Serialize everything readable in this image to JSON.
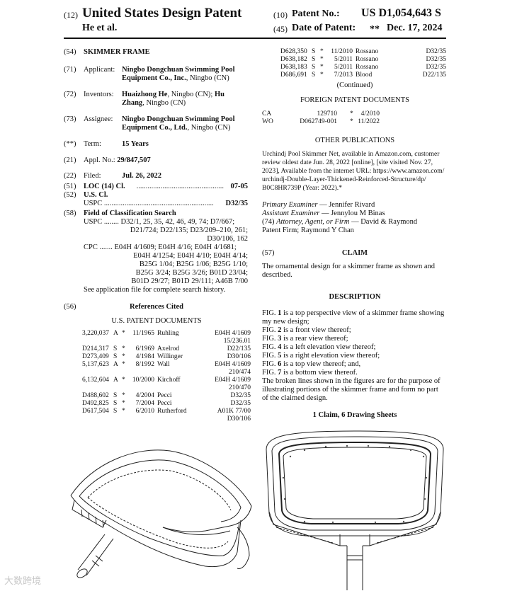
{
  "header": {
    "code_12": "(12)",
    "title": "United States Design Patent",
    "code_10": "(10)",
    "patent_no_label": "Patent No.:",
    "patent_no": "US D1,054,643 S",
    "inventor_short": "He et al.",
    "code_45": "(45)",
    "date_label": "Date of Patent:",
    "date_stars": "**",
    "date": "Dec. 17, 2024"
  },
  "left": {
    "title_code": "(54)",
    "title": "SKIMMER FRAME",
    "applicant_code": "(71)",
    "applicant_label": "Applicant:",
    "applicant_1": "Ningbo Dongchuan Swimming Pool",
    "applicant_2": "Equipment Co., Inc.",
    "applicant_3": ", Ningbo (CN)",
    "inventors_code": "(72)",
    "inventors_label": "Inventors:",
    "inventor_1": "Huaizhong He",
    "inventor_1b": ", Ningbo (CN); ",
    "inventor_2a": "Hu",
    "inventor_2b": "Zhang",
    "inventor_2c": ", Ningbo (CN)",
    "assignee_code": "(73)",
    "assignee_label": "Assignee:",
    "assignee_1": "Ningbo Dongchuan Swimming Pool",
    "assignee_2": "Equipment Co., Ltd.",
    "assignee_3": ", Ningbo (CN)",
    "term_code": "(**)",
    "term_label": "Term:",
    "term": "15 Years",
    "appl_code": "(21)",
    "appl_label": "Appl. No.:",
    "appl_no": "29/847,507",
    "filed_code": "(22)",
    "filed_label": "Filed:",
    "filed": "Jul. 26, 2022",
    "loc_code": "(51)",
    "loc_label": "LOC (14) Cl.",
    "loc_dots": "...............................................",
    "loc_value": "07-05",
    "uscl_code": "(52)",
    "uscl_label": "U.S. Cl.",
    "uspc_label": "USPC",
    "uspc_dots": "...........................................................",
    "uspc_value": "D32/35",
    "field_code": "(58)",
    "field_label": "Field of Classification Search",
    "field_lines": [
      "USPC ........ D32/1, 25, 35, 42, 46, 49, 74; D7/667;",
      "D21/724; D22/135; D23/209–210, 261;",
      "D30/106, 162",
      "CPC ....... E04H 4/1609; E04H 4/16; E04H 4/1681;",
      "E04H 4/1254; E04H 4/10; E04H 4/14;",
      "B25G 1/04; B25G 1/06; B25G 1/10;",
      "B25G 3/24; B25G 3/26; B01D 23/04;",
      "B01D 29/27; B01D 29/111; A46B 7/00",
      "See application file for complete search history."
    ],
    "refs_code": "(56)",
    "refs_label": "References Cited",
    "us_docs_label": "U.S. PATENT DOCUMENTS",
    "us_refs": [
      {
        "num": "3,220,037",
        "kind": "A",
        "star": "*",
        "date": "11/1965",
        "name": "Ruhling",
        "cls": "E04H 4/1609",
        "cont": "15/236.01"
      },
      {
        "num": "D214,317",
        "kind": "S",
        "star": "*",
        "date": "6/1969",
        "name": "Axelrod",
        "cls": "D22/135",
        "cont": ""
      },
      {
        "num": "D273,409",
        "kind": "S",
        "star": "*",
        "date": "4/1984",
        "name": "Willinger",
        "cls": "D30/106",
        "cont": ""
      },
      {
        "num": "5,137,623",
        "kind": "A",
        "star": "*",
        "date": "8/1992",
        "name": "Wall",
        "cls": "E04H 4/1609",
        "cont": "210/474"
      },
      {
        "num": "6,132,604",
        "kind": "A",
        "star": "*",
        "date": "10/2000",
        "name": "Kirchoff",
        "cls": "E04H 4/1609",
        "cont": "210/470"
      },
      {
        "num": "D488,602",
        "kind": "S",
        "star": "*",
        "date": "4/2004",
        "name": "Pecci",
        "cls": "D32/35",
        "cont": ""
      },
      {
        "num": "D492,825",
        "kind": "S",
        "star": "*",
        "date": "7/2004",
        "name": "Pecci",
        "cls": "D32/35",
        "cont": ""
      },
      {
        "num": "D617,504",
        "kind": "S",
        "star": "*",
        "date": "6/2010",
        "name": "Rutherford",
        "cls": "A01K 77/00",
        "cont": "D30/106"
      }
    ]
  },
  "right": {
    "us_refs": [
      {
        "num": "D628,350",
        "kind": "S",
        "star": "*",
        "date": "11/2010",
        "name": "Rossano",
        "cls": "D32/35"
      },
      {
        "num": "D638,182",
        "kind": "S",
        "star": "*",
        "date": "5/2011",
        "name": "Rossano",
        "cls": "D32/35"
      },
      {
        "num": "D638,183",
        "kind": "S",
        "star": "*",
        "date": "5/2011",
        "name": "Rossano",
        "cls": "D32/35"
      },
      {
        "num": "D686,691",
        "kind": "S",
        "star": "*",
        "date": "7/2013",
        "name": "Blood",
        "cls": "D22/135"
      }
    ],
    "continued": "(Continued)",
    "foreign_label": "FOREIGN PATENT DOCUMENTS",
    "foreign_refs": [
      {
        "country": "CA",
        "num": "129710",
        "star": "*",
        "date": "4/2010"
      },
      {
        "country": "WO",
        "num": "D062749-001",
        "star": "*",
        "date": "11/2022"
      }
    ],
    "other_label": "OTHER PUBLICATIONS",
    "other_lines": [
      "Urchindj Pool Skimmer Net, available in Amazon.com, customer",
      "review oldest date Jun. 28, 2022 [online], [site visited Nov. 27,",
      "2023], Available from the internet URL: https://www.amazon.com/",
      "urchindj-Double-Layer-Thickened-Reinforced-Structure/dp/",
      "B0C8HR739P (Year: 2022).*"
    ],
    "primary_label": "Primary Examiner",
    "primary": " — Jennifer Rivard",
    "assistant_label": "Assistant Examiner",
    "assistant": " — Jennylou M Binas",
    "attorney_code": "(74)",
    "attorney_label": "Attorney, Agent, or Firm",
    "attorney_1": " — David & Raymond",
    "attorney_2": "Patent Firm; Raymond Y Chan",
    "claim_code": "(57)",
    "claim_label": "CLAIM",
    "claim_lines": [
      "The ornamental design for a skimmer frame as shown and",
      "described."
    ],
    "desc_label": "DESCRIPTION",
    "desc_lines": [
      {
        "pre": "FIG. ",
        "fig": "1",
        "post": " is a top perspective view of a skimmer frame showing"
      },
      {
        "pre": "my new design;",
        "fig": "",
        "post": ""
      },
      {
        "pre": "FIG. ",
        "fig": "2",
        "post": " is a front view thereof;"
      },
      {
        "pre": "FIG. ",
        "fig": "3",
        "post": " is a rear view thereof;"
      },
      {
        "pre": "FIG. ",
        "fig": "4",
        "post": " is a left elevation view thereof;"
      },
      {
        "pre": "FIG. ",
        "fig": "5",
        "post": " is a right elevation view thereof;"
      },
      {
        "pre": "FIG. ",
        "fig": "6",
        "post": " is a top view thereof; and,"
      },
      {
        "pre": "FIG. ",
        "fig": "7",
        "post": " is a bottom view thereof."
      },
      {
        "pre": "The broken lines shown in the figures are for the purpose of",
        "fig": "",
        "post": ""
      },
      {
        "pre": "illustrating portions of the skimmer frame and form no part",
        "fig": "",
        "post": ""
      },
      {
        "pre": "of the claimed design.",
        "fig": "",
        "post": ""
      }
    ],
    "claims_sheets": "1 Claim, 6 Drawing Sheets"
  },
  "watermark": "大数跨境"
}
